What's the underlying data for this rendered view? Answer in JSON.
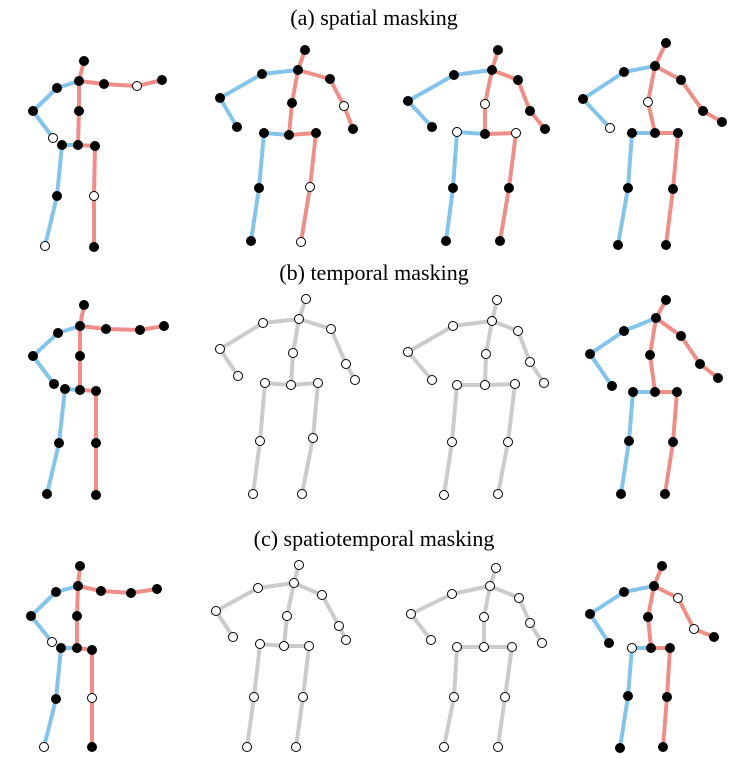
{
  "captions": {
    "a": "(a) spatial masking",
    "b": "(b) temporal masking",
    "c": "(c) spatiotemporal masking"
  },
  "colors": {
    "left_limb": "#84c4ea",
    "right_limb": "#ee8e88",
    "masked_bone": "#cbcbcb",
    "joint_visible": "#000000",
    "joint_masked": "#ffffff"
  }
}
